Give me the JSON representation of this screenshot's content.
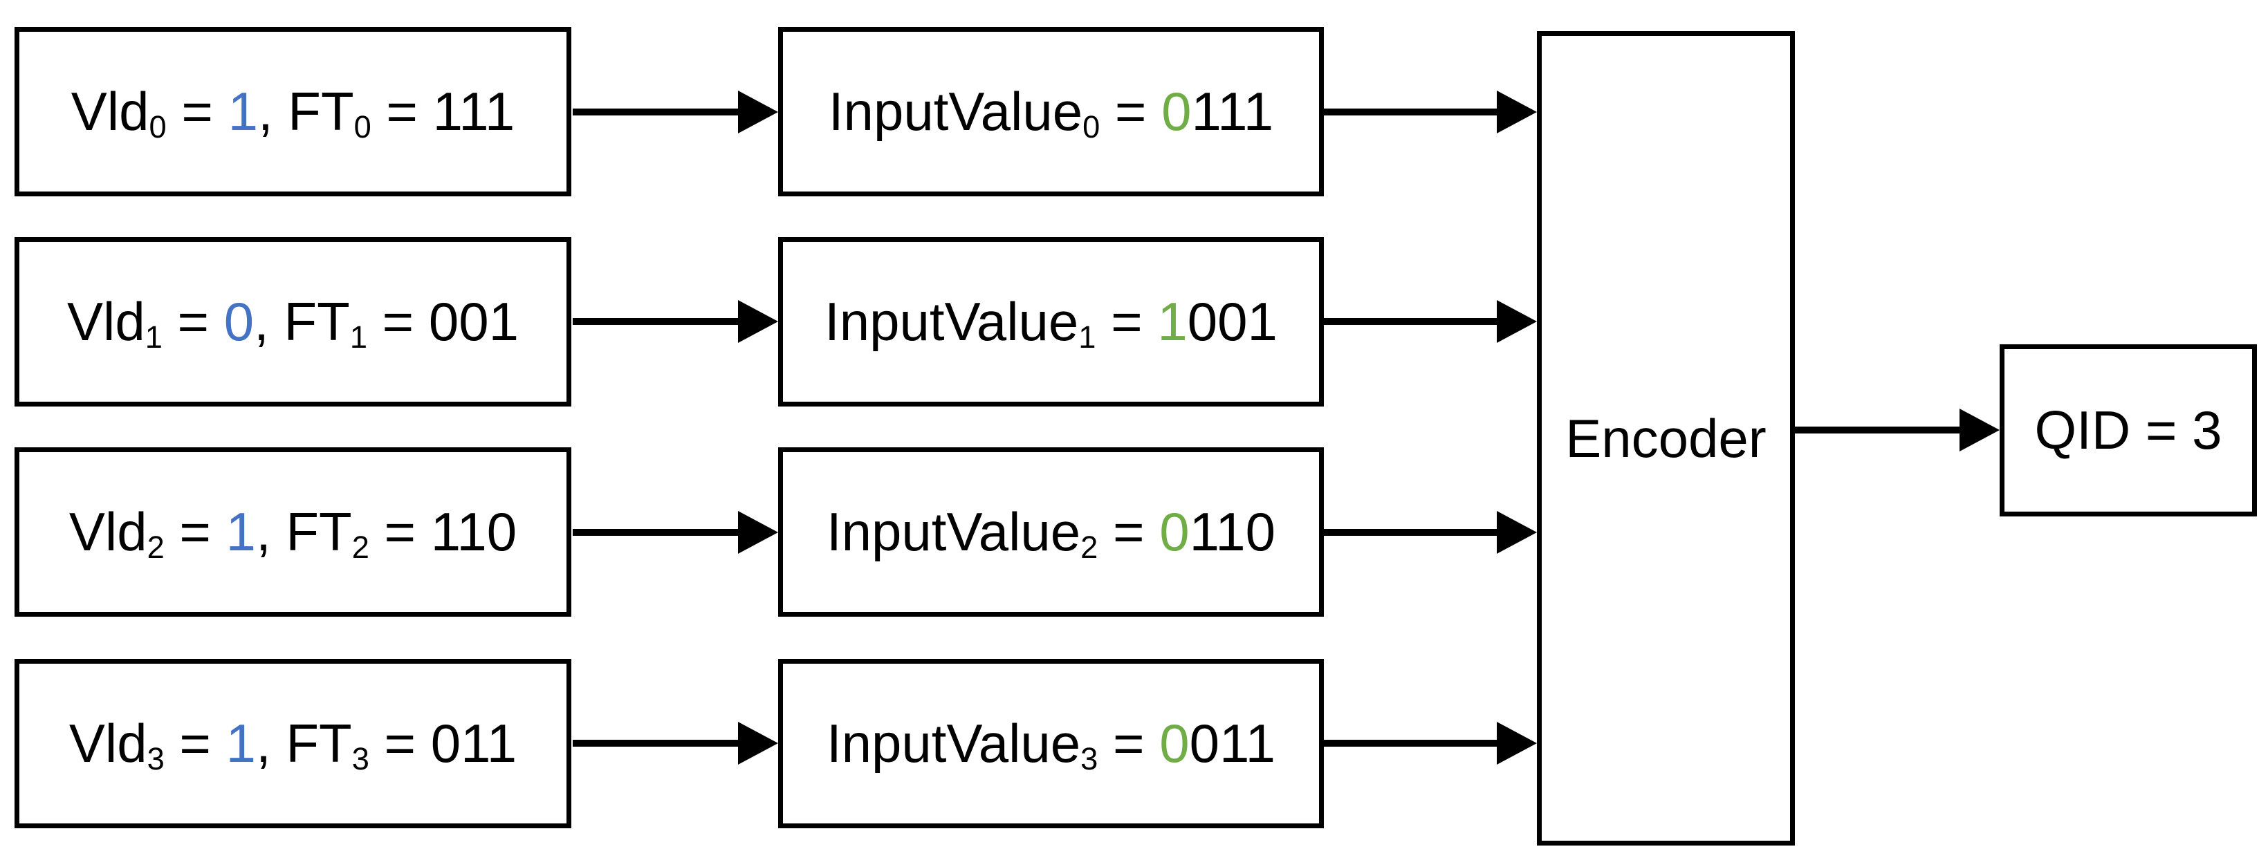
{
  "colors": {
    "accent_blue": "#4472C4",
    "accent_green": "#70AD47",
    "line_black": "#000000",
    "background": "#FFFFFF"
  },
  "shared": {
    "equals": " = ",
    "comma": ", "
  },
  "rows": [
    {
      "index": "0",
      "vld_label": "Vld",
      "vld_value": "1",
      "ft_label": "FT",
      "ft_value": "111",
      "input_label": "InputValue",
      "input_first_bit": "0",
      "input_rest_bits": "111"
    },
    {
      "index": "1",
      "vld_label": "Vld",
      "vld_value": "0",
      "ft_label": "FT",
      "ft_value": "001",
      "input_label": "InputValue",
      "input_first_bit": "1",
      "input_rest_bits": "001"
    },
    {
      "index": "2",
      "vld_label": "Vld",
      "vld_value": "1",
      "ft_label": "FT",
      "ft_value": "110",
      "input_label": "InputValue",
      "input_first_bit": "0",
      "input_rest_bits": "110"
    },
    {
      "index": "3",
      "vld_label": "Vld",
      "vld_value": "1",
      "ft_label": "FT",
      "ft_value": "011",
      "input_label": "InputValue",
      "input_first_bit": "0",
      "input_rest_bits": "011"
    }
  ],
  "encoder": {
    "label": "Encoder"
  },
  "output": {
    "label": "QID = 3"
  }
}
